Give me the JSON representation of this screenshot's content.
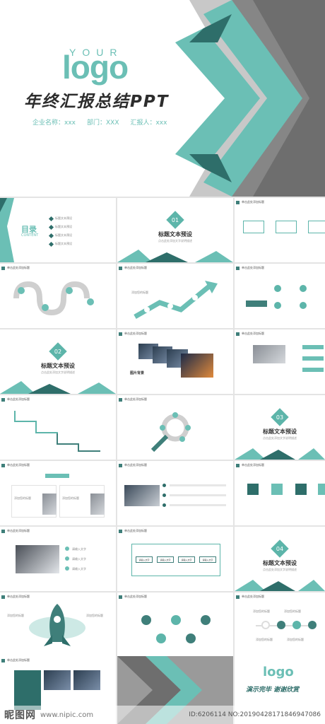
{
  "cover": {
    "logo_top": "YOUR",
    "logo_main": "logo",
    "title": "年终汇报总结PPT",
    "meta": [
      "企业名称：xxx",
      "部门：XXX",
      "汇报人：xxx"
    ]
  },
  "common": {
    "header": "单击此处添加标题",
    "section_title": "标题文本预设",
    "section_sub": "点击此处添加文字说明描述"
  },
  "toc": {
    "title": "目录",
    "sub": "CONTENT",
    "items": [
      "标题文本预设",
      "标题文本预设",
      "标题文本预设",
      "标题文本预设"
    ]
  },
  "sections": [
    "01",
    "02",
    "03",
    "04"
  ],
  "photo_caption": "图片背景",
  "labels": {
    "add": "添加标题",
    "text": "请输入文字",
    "a": "添加您的标题",
    "b": "添加文本标题"
  },
  "ending": {
    "logo": "logo",
    "thanks": "演示完毕 谢谢欣赏"
  },
  "watermark": {
    "site": "昵图网",
    "url": "www.nipic.com",
    "id": "ID:6206114 NO:20190428171846947086"
  },
  "colors": {
    "accent": "#6bbfb5",
    "dark": "#2e6e6a",
    "gray": "#6e6e6e"
  }
}
